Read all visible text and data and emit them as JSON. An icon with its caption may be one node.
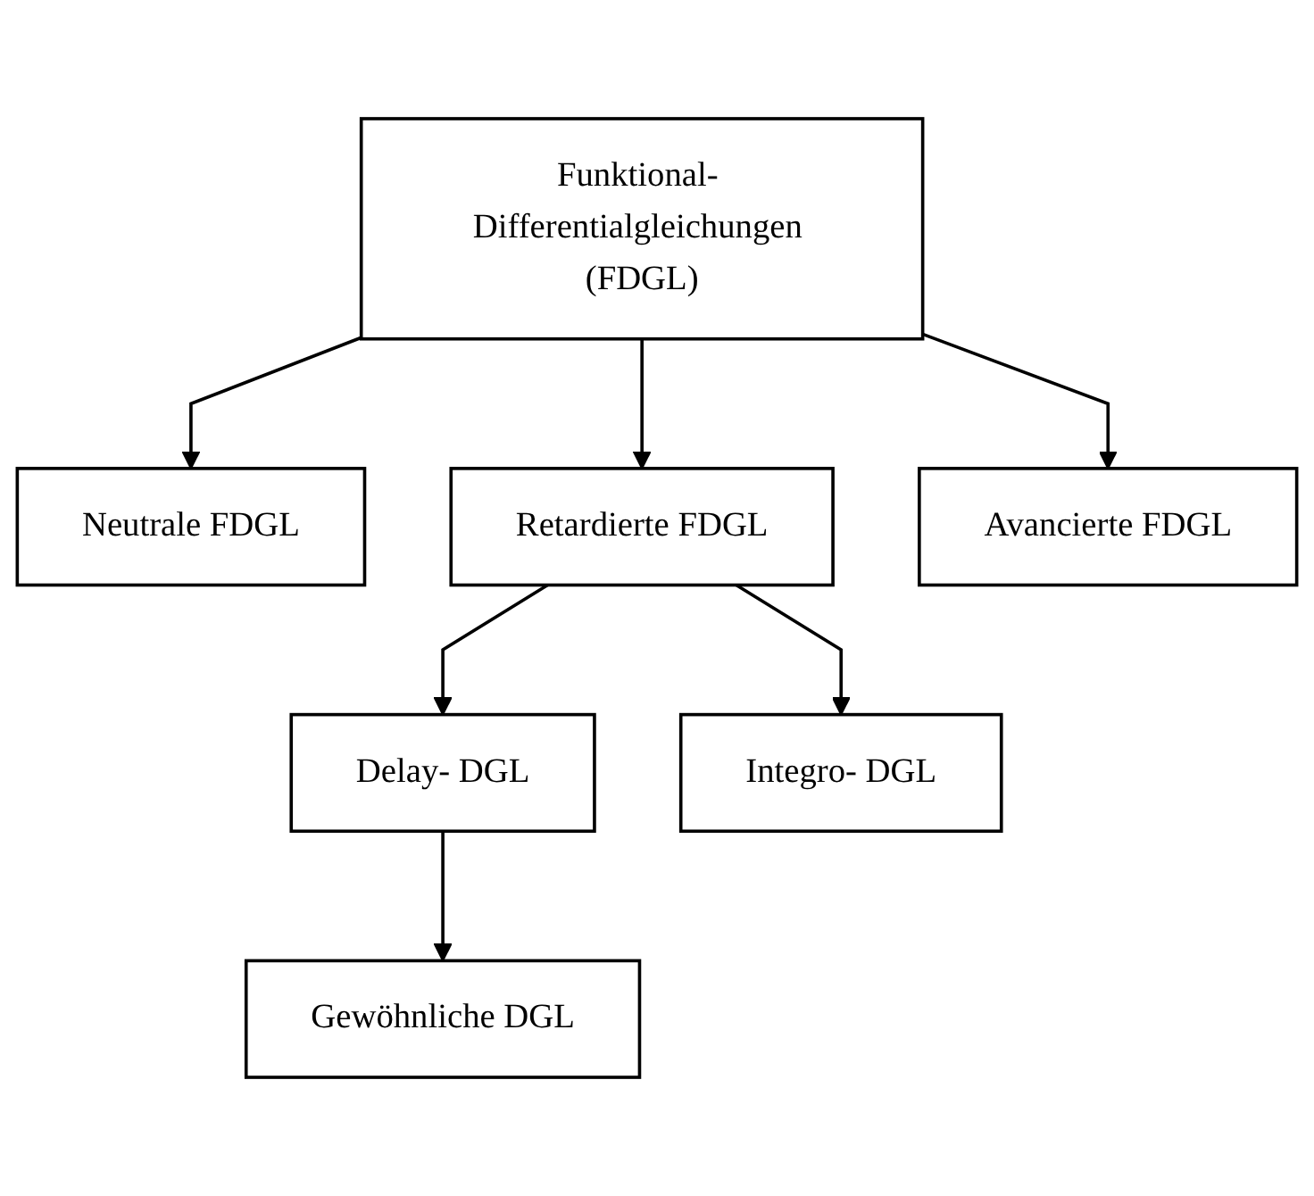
{
  "diagram": {
    "nodes": [
      {
        "text": [
          "Funktional- Differentialgleichungen (FDGL)"
        ]
      },
      {
        "text": [
          "Neutrale FDGL"
        ]
      },
      {
        "text": [
          "Retardierte FDGL"
        ]
      },
      {
        "text": [
          "Avancierte FDGL"
        ]
      },
      {
        "text": [
          "Delay- DGL"
        ]
      },
      {
        "text": [
          "Integro- DGL"
        ]
      },
      {
        "text": [
          "Gewöhnliche DGL"
        ]
      }
    ],
    "edges": [
      {
        "from": 0,
        "to": 1,
        "arrow": "to"
      },
      {
        "from": 0,
        "to": 2,
        "arrow": "to"
      },
      {
        "from": 0,
        "to": 3,
        "arrow": "to"
      },
      {
        "from": 2,
        "to": 4,
        "arrow": "to"
      },
      {
        "from": 2,
        "to": 5,
        "arrow": "to"
      },
      {
        "from": 4,
        "to": 6,
        "arrow": "to"
      }
    ]
  }
}
